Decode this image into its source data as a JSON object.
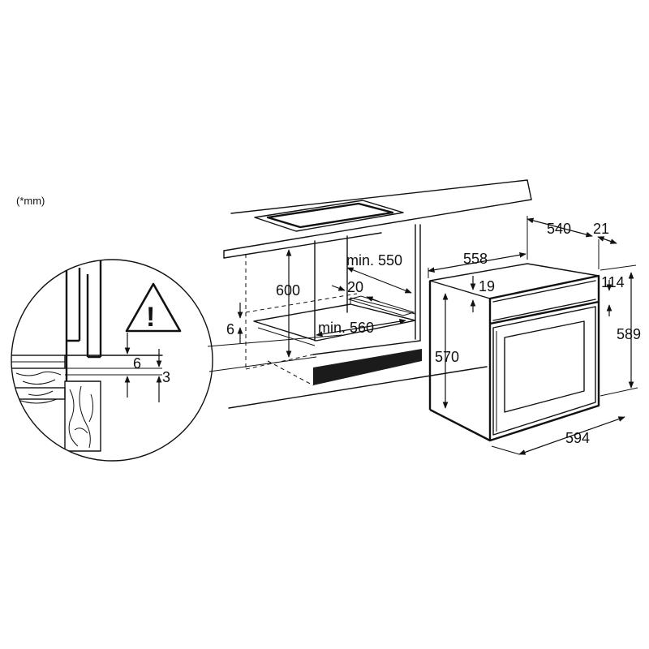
{
  "unit_note": "(*mm)",
  "warning_symbol": "!",
  "dimensions": {
    "cabinet_height": "600",
    "min_depth": "min. 550",
    "min_width": "min. 560",
    "gap_20": "20",
    "gap_6": "6",
    "oven_width_top": "558",
    "oven_depth": "540",
    "door_depth": "21",
    "panel_19": "19",
    "panel_114": "114",
    "oven_height": "570",
    "front_height": "589",
    "front_width": "594"
  },
  "detail": {
    "gap_6": "6",
    "gap_3": "3"
  }
}
